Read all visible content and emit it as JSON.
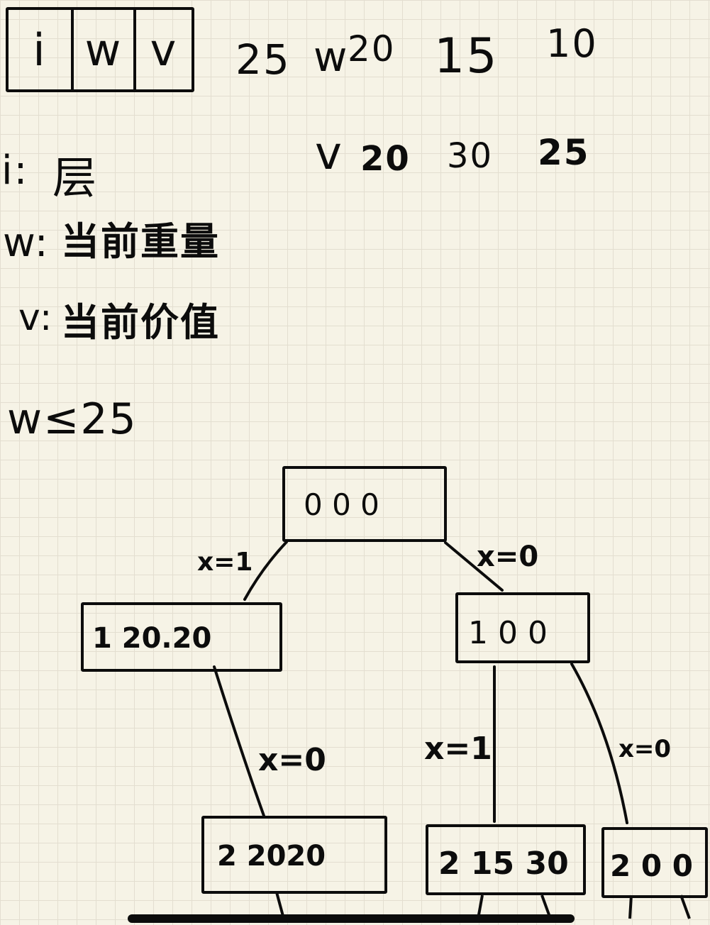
{
  "header_cells": [
    "i",
    "w",
    "v"
  ],
  "weights": {
    "label": "w",
    "values": [
      "25",
      "20",
      "15",
      "10"
    ]
  },
  "values": {
    "label": "v",
    "values": [
      "20",
      "30",
      "25"
    ]
  },
  "legend": [
    {
      "key": "i:",
      "text": "层"
    },
    {
      "key": "w:",
      "text": "当前重量"
    },
    {
      "key": "v:",
      "text": "当前价值"
    }
  ],
  "constraint": "w≤25",
  "tree": {
    "nodes": [
      {
        "id": "root",
        "text": "0 0 0"
      },
      {
        "id": "left",
        "text": "1 20.20"
      },
      {
        "id": "right",
        "text": "1 0 0"
      },
      {
        "id": "left-left",
        "text": "2 2020"
      },
      {
        "id": "right-left",
        "text": "2 15 30"
      },
      {
        "id": "right-right",
        "text": "2 0 0"
      }
    ],
    "edges": [
      {
        "from": "root",
        "to": "left",
        "label": "x=1"
      },
      {
        "from": "root",
        "to": "right",
        "label": "x=0"
      },
      {
        "from": "left",
        "to": "left-left",
        "label": "x=0"
      },
      {
        "from": "right",
        "to": "right-left",
        "label": "x=1"
      },
      {
        "from": "right",
        "to": "right-right",
        "label": "x=0"
      }
    ]
  }
}
